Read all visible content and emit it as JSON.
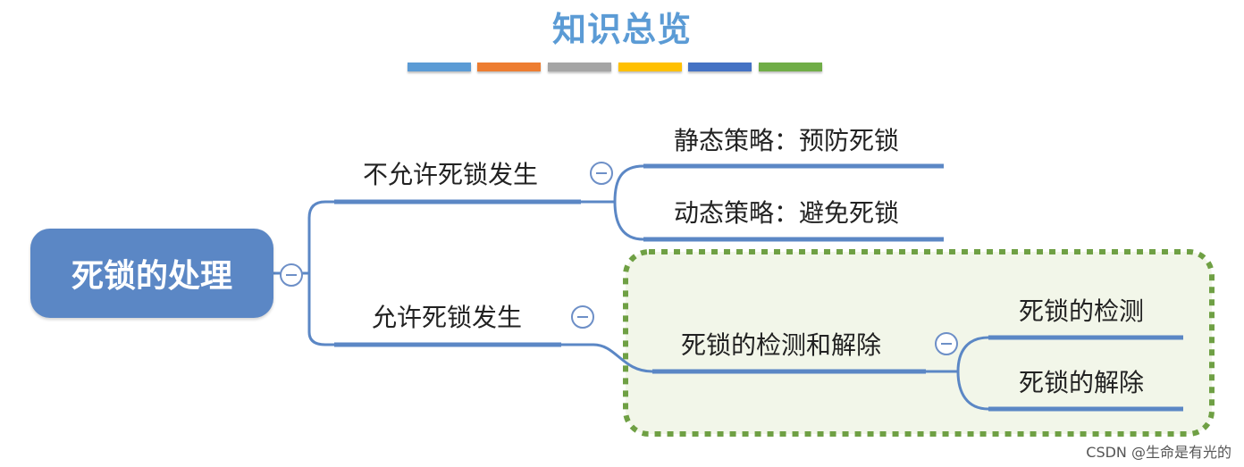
{
  "page": {
    "title": "知识总览"
  },
  "palette": {
    "accent": "#5b9bd5",
    "root_fill": "#5b87c5",
    "line": "#5b87c5",
    "group_border": "#6fa044",
    "group_fill": "#f2f6e9",
    "strip": [
      "#5b9bd5",
      "#ed7d31",
      "#a5a5a5",
      "#ffc000",
      "#4472c4",
      "#70ad47"
    ]
  },
  "mindmap": {
    "root": "死锁的处理",
    "branch_not_allowed": {
      "label": "不允许死锁发生",
      "static_policy": "静态策略：预防死锁",
      "dynamic_policy": "动态策略：避免死锁"
    },
    "branch_allowed": {
      "label": "允许死锁发生",
      "detect_and_recover": {
        "label": "死锁的检测和解除",
        "detection": "死锁的检测",
        "recovery": "死锁的解除"
      }
    }
  },
  "watermark": "CSDN @生命是有光的"
}
